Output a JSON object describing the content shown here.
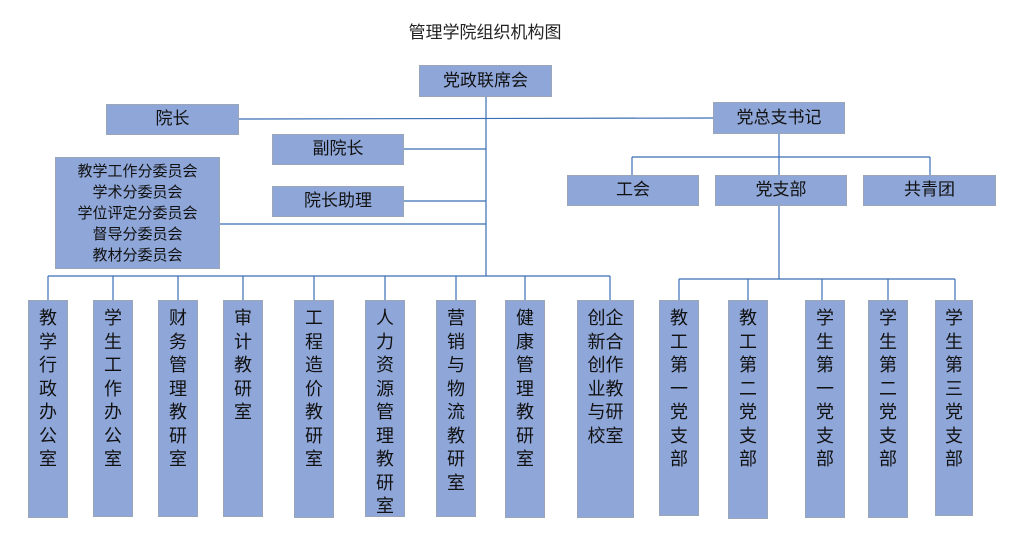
{
  "diagram": {
    "title": "管理学院组织机构图",
    "top": "党政联席会",
    "dean": "院长",
    "party_secretary": "党总支书记",
    "vice_dean": "副院长",
    "dean_assistant": "院长助理",
    "committees": [
      "教学工作分委员会",
      "学术分委员会",
      "学位评定分委员会",
      "督导分委员会",
      "教材分委员会"
    ],
    "party_orgs": [
      "工会",
      "党支部",
      "共青团"
    ],
    "departments": [
      "教学行政办公室",
      "学生工作办公室",
      "财务管理教研室",
      "审计教研室",
      "工程造价教研室",
      "人力资源管理教研室",
      "营销与物流教研室",
      "健康管理教研室",
      "创新创业与校企合作教研室"
    ],
    "branches": [
      "教工第一党支部",
      "教工第二党支部",
      "学生第一党支部",
      "学生第二党支部",
      "学生第三党支部"
    ]
  },
  "colors": {
    "box_fill": "#8fa6d8",
    "line": "#3a6db5"
  }
}
